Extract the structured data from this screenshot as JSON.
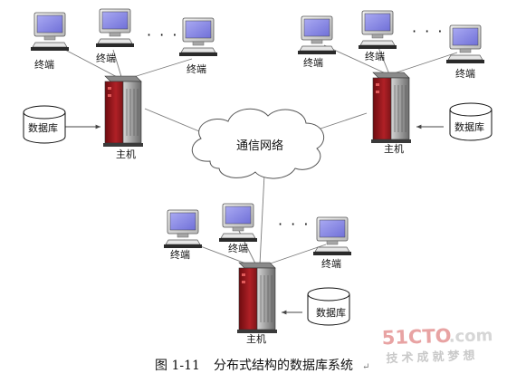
{
  "labels": {
    "terminal": "终端",
    "host": "主机",
    "database": "数据库",
    "network": "通信网络",
    "ellipsis": "· · ·"
  },
  "caption": {
    "figure_no": "图 1-11",
    "title": "分布式结构的数据库系统",
    "mark": "↵"
  },
  "watermark": {
    "brand_a": "51CTO",
    "brand_b": ".com",
    "slogan": "技术成就梦想",
    "brand_color": "#e8a3a3",
    "slogan_color": "#c9c9c9"
  },
  "colors": {
    "server_red": "#b02026",
    "monitor_screen": "#8f8fe6",
    "line": "#7a7a7a"
  }
}
